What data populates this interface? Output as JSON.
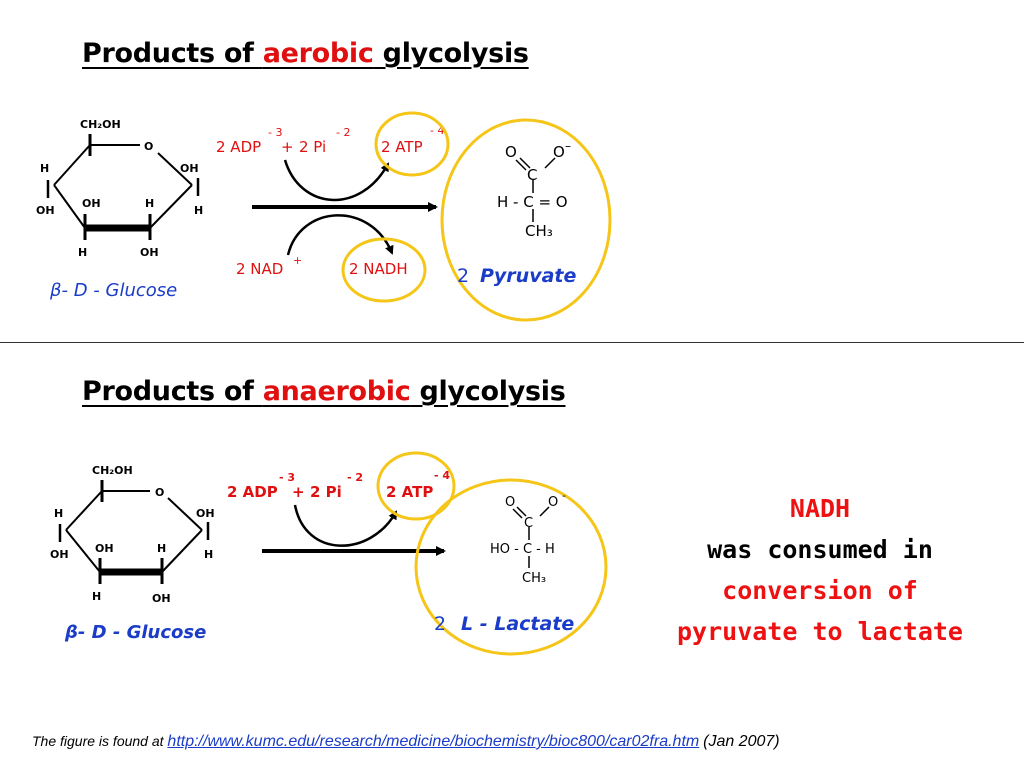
{
  "aerobic": {
    "title_prefix": "Products of ",
    "title_highlight": "aerobic",
    "title_suffix": " glycolysis",
    "glucose": {
      "ch2oh": "CH₂OH",
      "o": "O",
      "oh": "OH",
      "h": "H",
      "name": "β- D - Glucose"
    },
    "adp": "2 ADP",
    "adp_charge": "- 3",
    "plus": "+",
    "pi": "2 Pi",
    "pi_charge": "- 2",
    "atp": "2 ATP",
    "atp_charge": "- 4",
    "nad": "2 NAD",
    "nad_charge": "+",
    "nadh": "2 NADH",
    "pyruvate": {
      "o": "O",
      "o_minus": "O",
      "minus": "–",
      "c": "C",
      "h_c_o": "H - C = O",
      "ch3": "CH₃",
      "count": "2",
      "name": "Pyruvate"
    }
  },
  "anaerobic": {
    "title_prefix": "Products of ",
    "title_highlight": "anaerobic",
    "title_suffix": " glycolysis",
    "glucose": {
      "ch2oh": "CH₂OH",
      "o": "O",
      "oh": "OH",
      "h": "H",
      "name": "β- D - Glucose"
    },
    "adp": "2 ADP",
    "adp_charge": "- 3",
    "plus": "+",
    "pi": "2 Pi",
    "pi_charge": "- 2",
    "atp": "2 ATP",
    "atp_charge": "- 4",
    "lactate": {
      "o": "O",
      "o_minus": "O",
      "minus": "-",
      "c": "C",
      "ho_c_h": "HO - C - H",
      "ch3": "CH₃",
      "count": "2",
      "name": "L - Lactate"
    }
  },
  "note": {
    "line1": "NADH",
    "line2": "was consumed in",
    "line3": "conversion of",
    "line4": "pyruvate to lactate"
  },
  "footer": {
    "prefix": "The figure is found at ",
    "link": "http://www.kumc.edu/research/medicine/biochemistry/bioc800/car02fra.htm",
    "date": " (Jan 2007)"
  },
  "colors": {
    "red": "#e01010",
    "blue": "#1a3cc8",
    "circle": "#f5c518"
  }
}
